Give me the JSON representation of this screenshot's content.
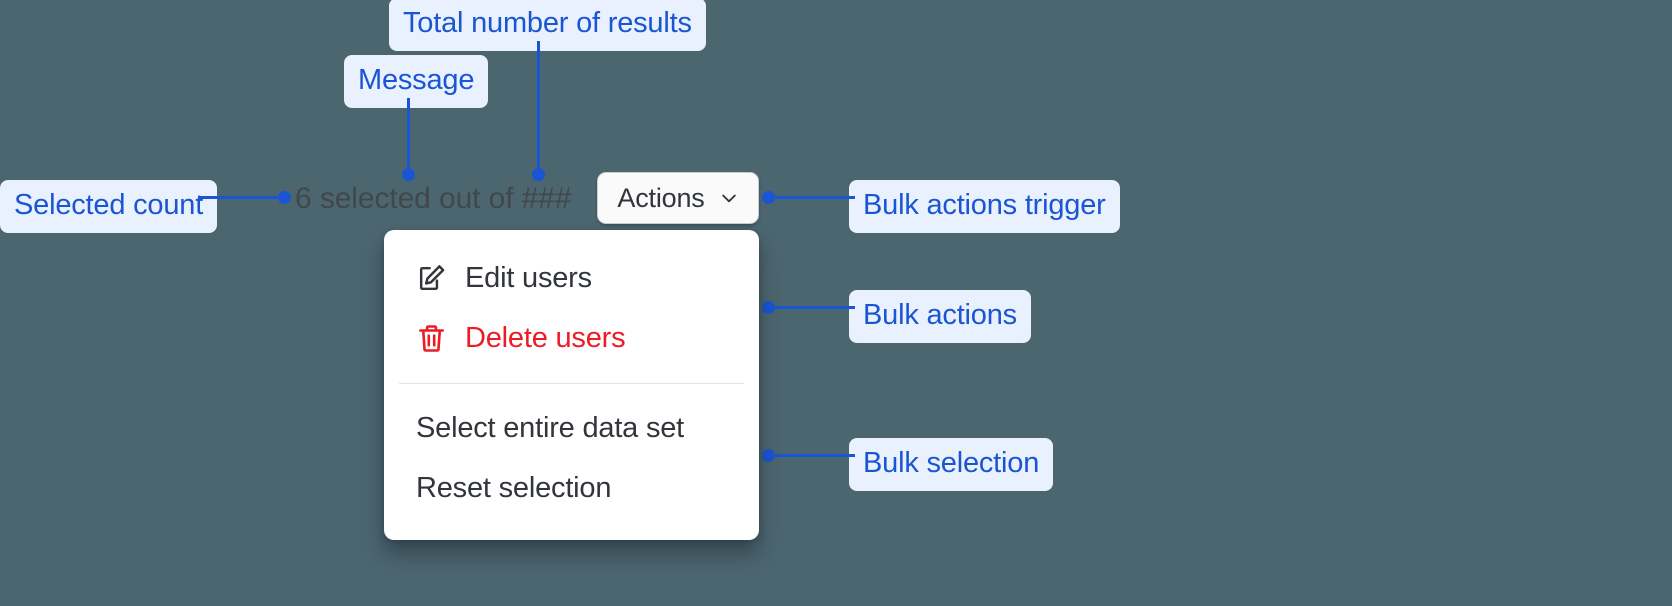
{
  "canvas": {
    "background_color": "#4c6670",
    "accent_color": "#1a55d4",
    "callout_background": "#eaf1fe"
  },
  "selection_bar": {
    "message": "6 selected out of ###",
    "selected_count": "6",
    "total_placeholder": "###"
  },
  "actions_trigger": {
    "label": "Actions",
    "chevron_icon": "chevron-down-icon"
  },
  "menu": {
    "actions_group": [
      {
        "label": "Edit users",
        "icon": "edit-pencil-icon",
        "tone": "default"
      },
      {
        "label": "Delete users",
        "icon": "trash-icon",
        "tone": "danger",
        "color": "#ec1c24"
      }
    ],
    "selection_group": [
      {
        "label": "Select entire data set",
        "icon": null,
        "tone": "default"
      },
      {
        "label": "Reset selection",
        "icon": null,
        "tone": "default"
      }
    ]
  },
  "annotations": [
    {
      "id": "total-results",
      "label": "Total number of results"
    },
    {
      "id": "message",
      "label": "Message"
    },
    {
      "id": "selected-count",
      "label": "Selected count"
    },
    {
      "id": "bulk-actions-trigger",
      "label": "Bulk actions trigger"
    },
    {
      "id": "bulk-actions",
      "label": "Bulk actions"
    },
    {
      "id": "bulk-selection",
      "label": "Bulk selection"
    }
  ]
}
